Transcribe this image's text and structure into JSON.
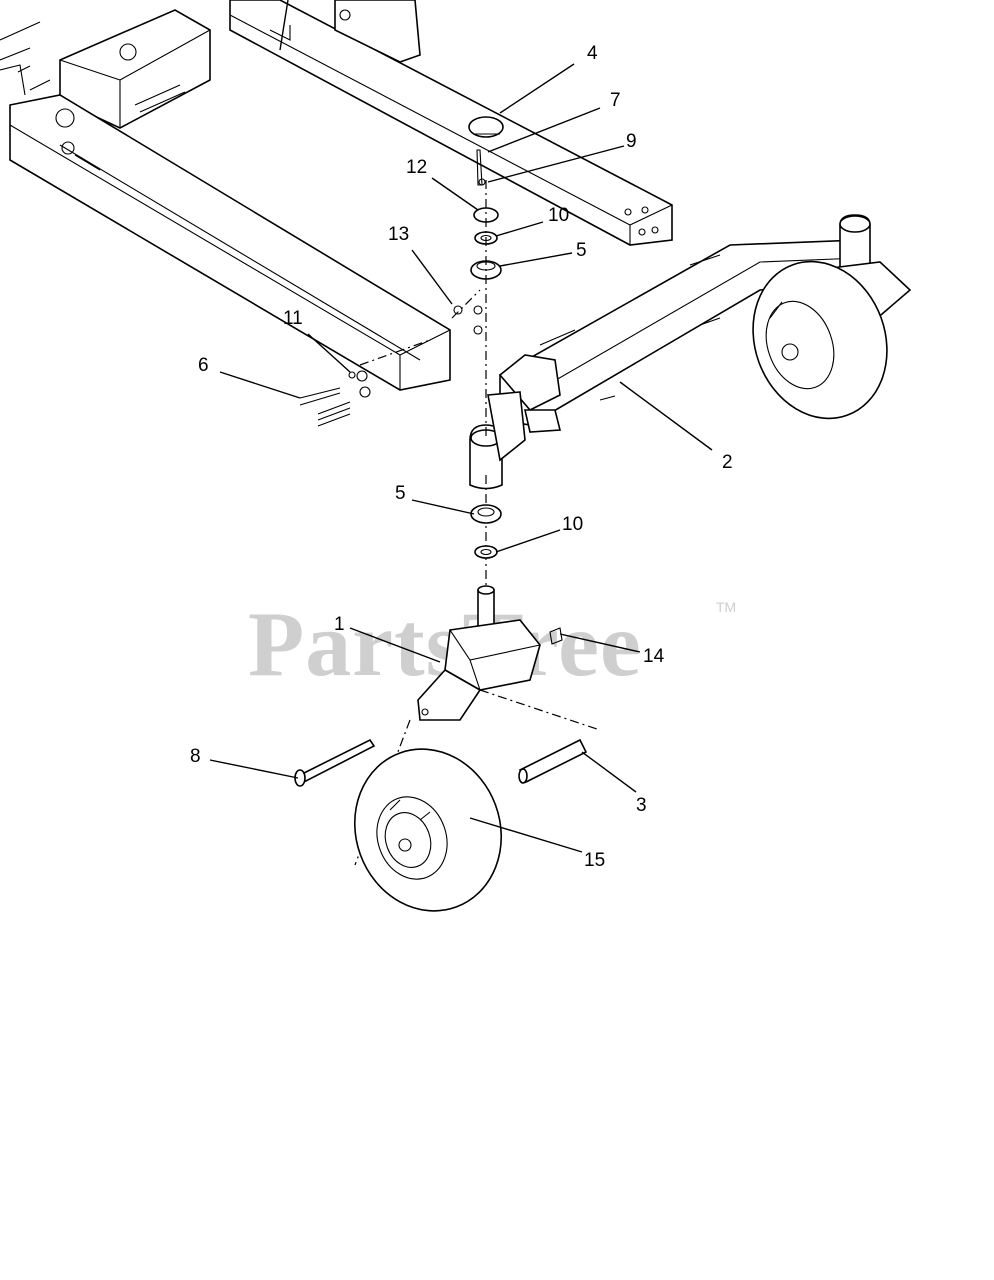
{
  "watermark": {
    "brand": "PartsTree",
    "trademark": "TM"
  },
  "callouts": {
    "c1": "1",
    "c2": "2",
    "c3": "3",
    "c4": "4",
    "c5a": "5",
    "c5b": "5",
    "c6": "6",
    "c7": "7",
    "c8": "8",
    "c9": "9",
    "c10a": "10",
    "c10b": "10",
    "c11": "11",
    "c12": "12",
    "c13": "13",
    "c14": "14",
    "c15": "15"
  }
}
